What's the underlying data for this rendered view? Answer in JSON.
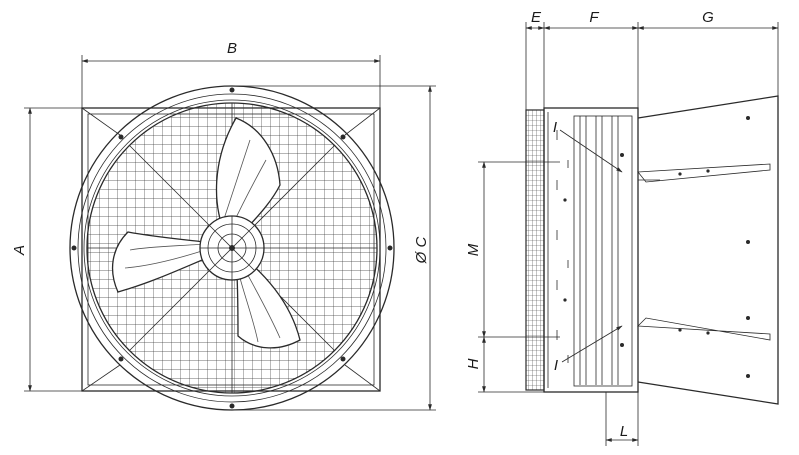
{
  "labels": {
    "A": "A",
    "B": "B",
    "C": "Ø C",
    "E": "E",
    "F": "F",
    "G": "G",
    "M": "M",
    "H": "H",
    "L": "L",
    "I_top": "I",
    "I_bottom": "I"
  }
}
